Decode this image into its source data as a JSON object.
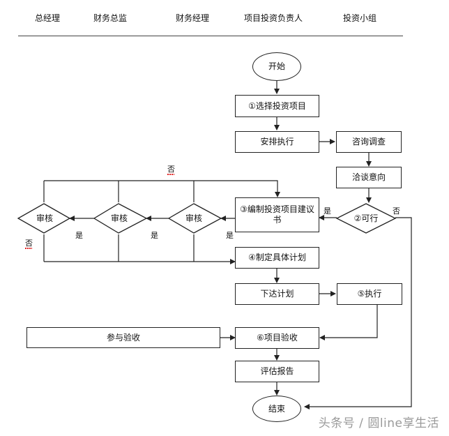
{
  "lanes": [
    "总经理",
    "财务总监",
    "财务经理",
    "项目投资负责人",
    "投资小组"
  ],
  "nodes": {
    "start": "开始",
    "select_project": "①选择投资项目",
    "arrange_execute": "安排执行",
    "consult_investigate": "咨询调查",
    "negotiate_intent": "洽谈意向",
    "feasible": "②可行",
    "proposal": "③编制投资项目建议书",
    "review_1": "审核",
    "review_2": "审核",
    "review_3": "审核",
    "make_plan": "④制定具体计划",
    "issue_plan": "下达计划",
    "execute": "⑤执行",
    "participate_acceptance": "参与验收",
    "project_acceptance": "⑥项目验收",
    "assessment_report": "评估报告",
    "end": "结束"
  },
  "edge_labels": {
    "feasible_yes": "是",
    "feasible_no": "否",
    "review3_yes": "是",
    "review2_yes": "是",
    "review1_yes": "是",
    "review_no_top": "否",
    "review_no_left": "否"
  },
  "watermark": "头条号 / 圆line享生活",
  "colors": {
    "line": "#222222",
    "spellcheck": "#e02020"
  }
}
